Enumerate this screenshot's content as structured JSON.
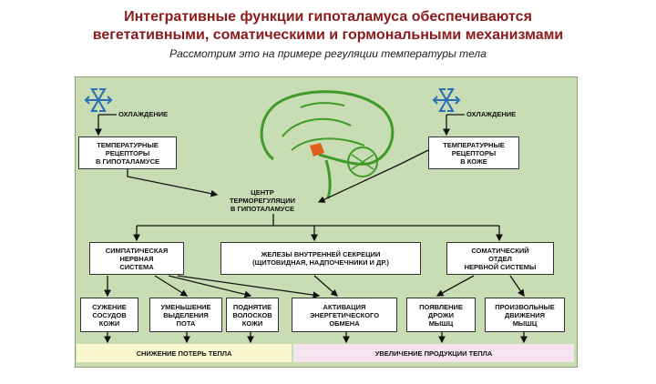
{
  "title_line1": "Интегративные функции гипоталамуса обеспечиваются",
  "title_line2": "вегетативными, соматическими и гормональными механизмами",
  "subtitle": "Рассмотрим это на примере регуляции температуры тела",
  "diagram": {
    "cooling_left": "ОХЛАЖДЕНИЕ",
    "cooling_right": "ОХЛАЖДЕНИЕ",
    "receptors_hypo": [
      "ТЕМПЕРАТУРНЫЕ",
      "РЕЦЕПТОРЫ",
      "В ГИПОТАЛАМУСЕ"
    ],
    "receptors_skin": [
      "ТЕМПЕРАТУРНЫЕ",
      "РЕЦЕПТОРЫ",
      "В КОЖЕ"
    ],
    "center": [
      "ЦЕНТР",
      "ТЕРМОРЕГУЛЯЦИИ",
      "В ГИПОТАЛАМУСЕ"
    ],
    "sympathetic": [
      "СИМПАТИЧЕСКАЯ",
      "НЕРВНАЯ",
      "СИСТЕМА"
    ],
    "glands": [
      "ЖЕЛЕЗЫ ВНУТРЕННЕЙ СЕКРЕЦИИ",
      "(ЩИТОВИДНАЯ, НАДПОЧЕЧНИКИ И ДР.)"
    ],
    "somatic": [
      "СОМАТИЧЕСКИЙ",
      "ОТДЕЛ",
      "НЕРВНОЙ СИСТЕМЫ"
    ],
    "vasoconstriction": [
      "СУЖЕНИЕ",
      "СОСУДОВ",
      "КОЖИ"
    ],
    "sweat": [
      "УМЕНЬШЕНИЕ",
      "ВЫДЕЛЕНИЯ",
      "ПОТА"
    ],
    "hair": [
      "ПОДНЯТИЕ",
      "ВОЛОСКОВ",
      "КОЖИ"
    ],
    "metabolism": [
      "АКТИВАЦИЯ",
      "ЭНЕРГЕТИЧЕСКОГО",
      "ОБМЕНА"
    ],
    "shiver": [
      "ПОЯВЛЕНИЕ",
      "ДРОЖИ",
      "МЫШЦ"
    ],
    "voluntary": [
      "ПРОИЗВОЛЬНЫЕ",
      "ДВИЖЕНИЯ",
      "МЫШЦ"
    ],
    "heat_loss": "СНИЖЕНИЕ ПОТЕРЬ ТЕПЛА",
    "heat_production": "УВЕЛИЧЕНИЕ ПРОДУКЦИИ ТЕПЛА",
    "colors": {
      "title": "#8b1a1a",
      "panel": "#c9ddb4",
      "brain": "#3f9a2a",
      "hypothalamus": "#e0601b",
      "heat_loss_bg": "#fbf7cf",
      "heat_production_bg": "#f6e4ef",
      "snowflake": "#2a6fb5"
    },
    "icons": [
      "snowflake-icon",
      "brain-illustration"
    ]
  }
}
